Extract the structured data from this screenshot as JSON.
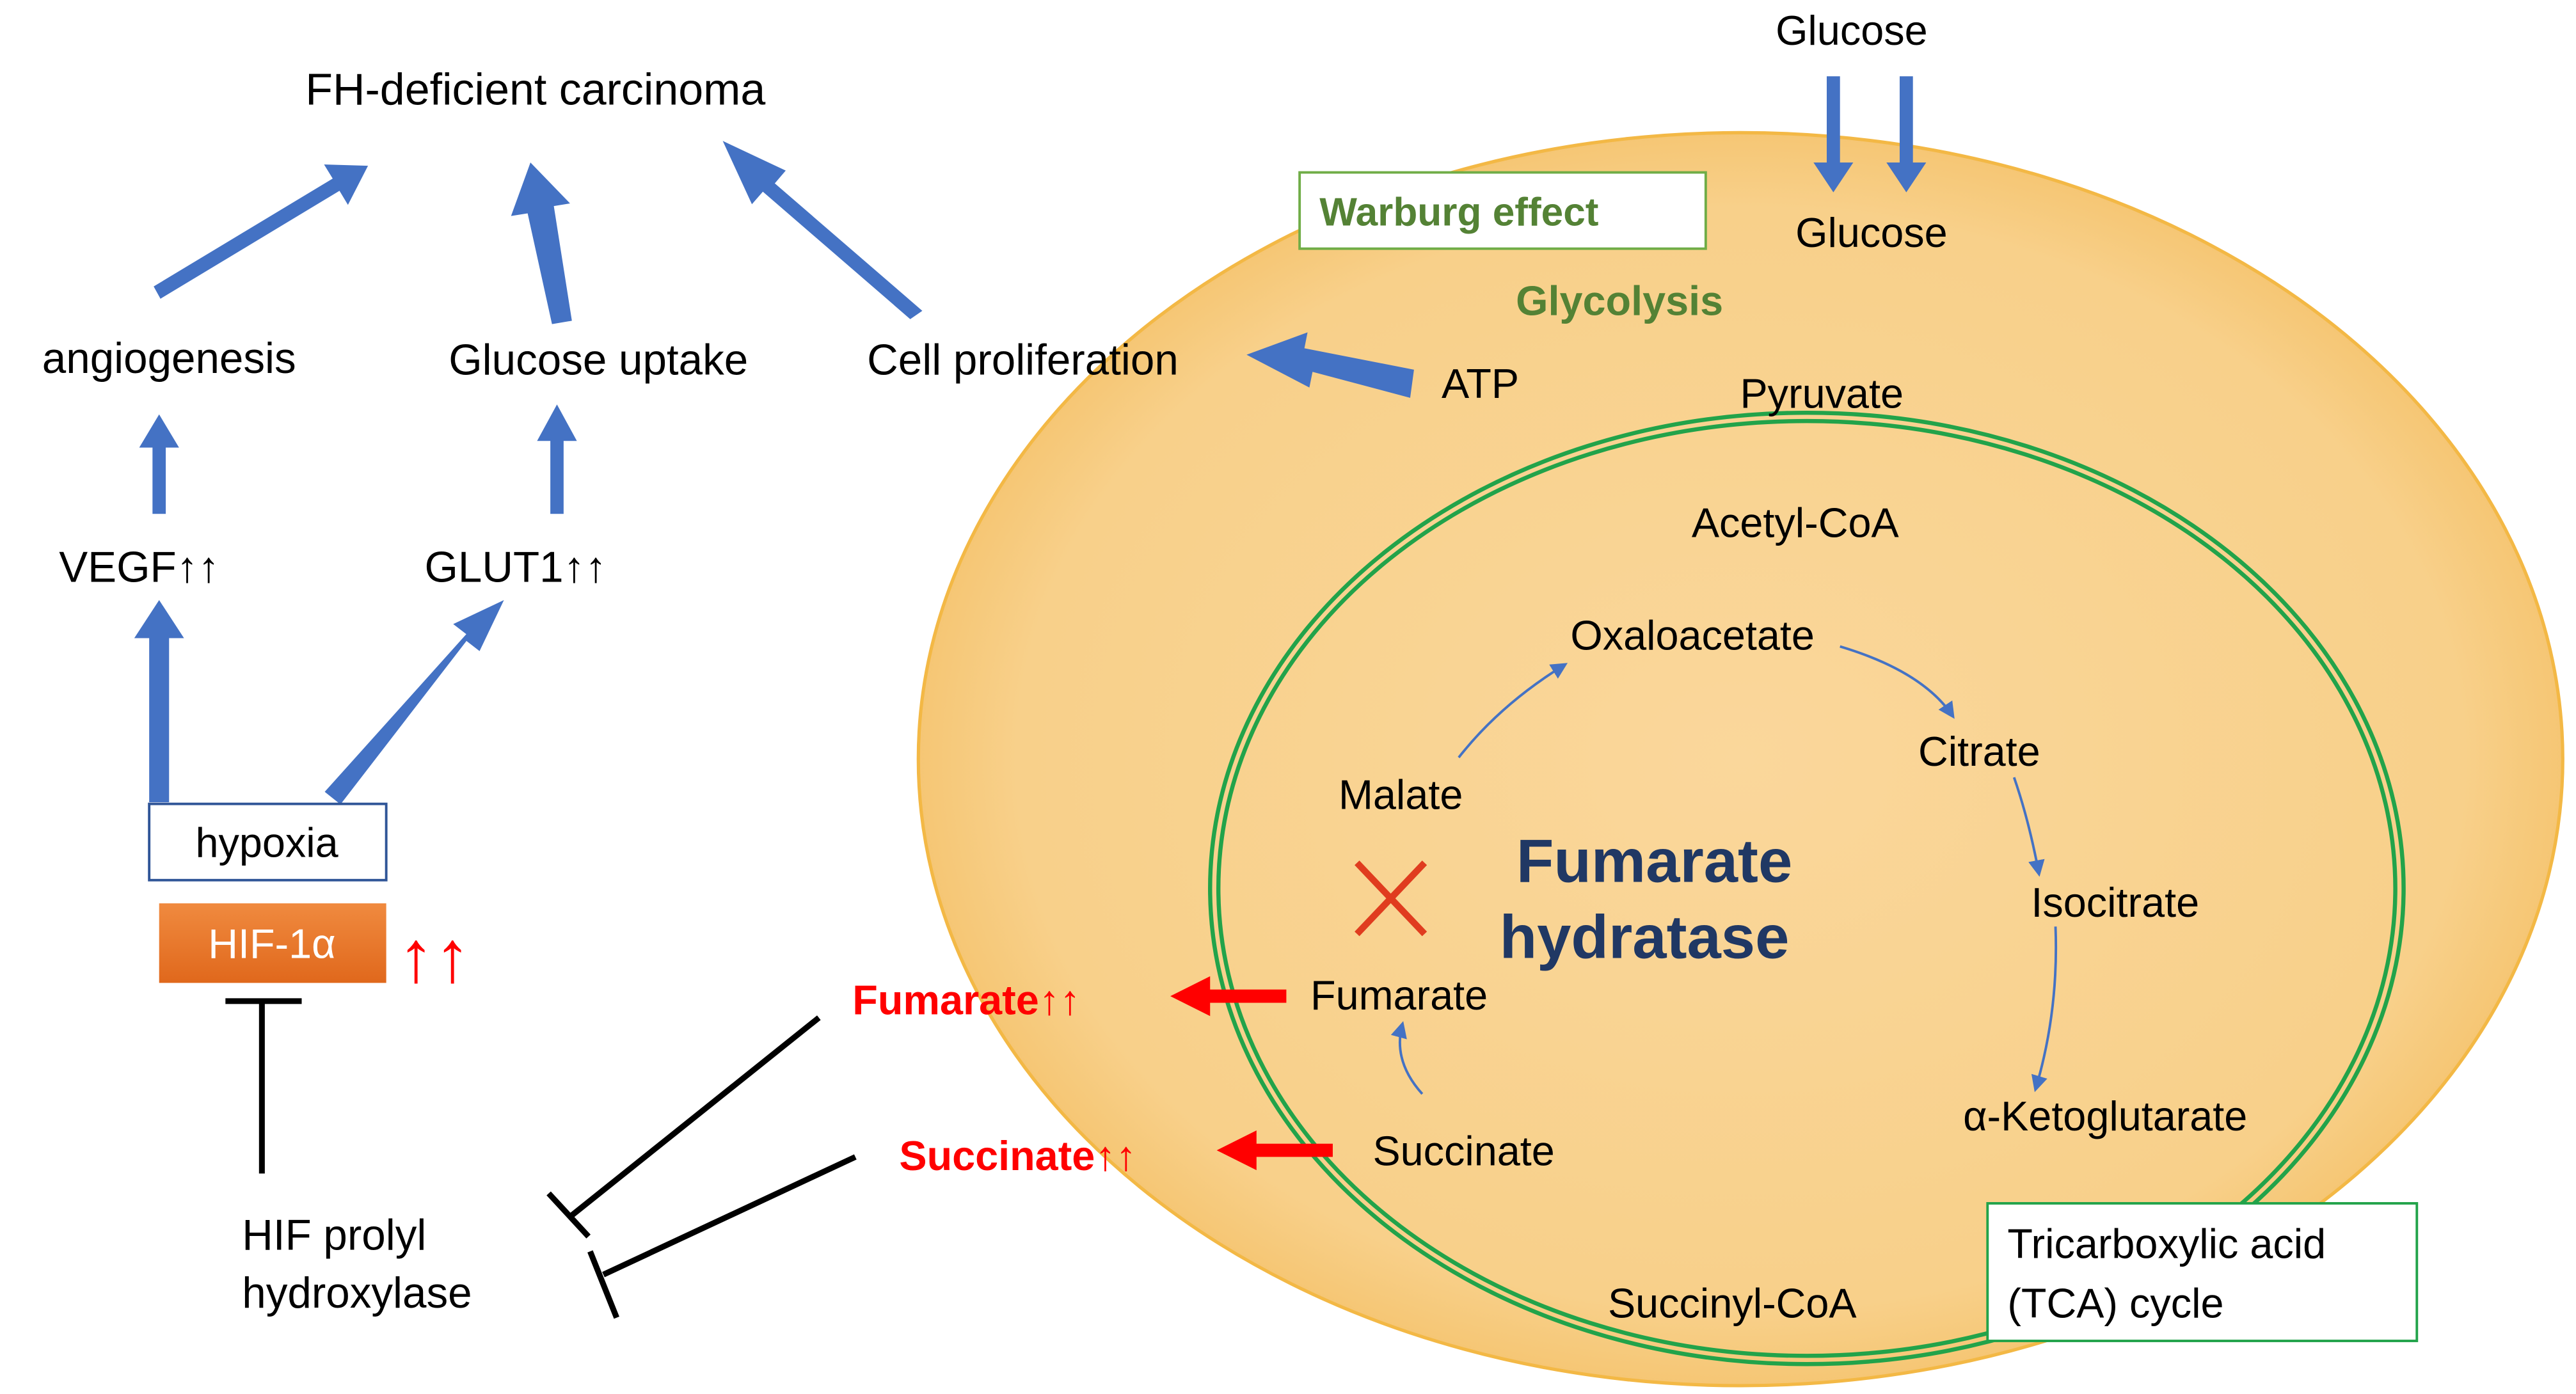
{
  "title": "FH-deficient carcinoma",
  "outcomes": {
    "angiogenesis": "angiogenesis",
    "glucose_uptake": "Glucose uptake",
    "cell_proliferation": "Cell proliferation"
  },
  "markers": {
    "vegf": "VEGF↑↑",
    "glut1": "GLUT1↑↑"
  },
  "hypoxia": "hypoxia",
  "hif": {
    "label": "HIF-1α",
    "arrows": "↑↑"
  },
  "prolyl": {
    "line1": "HIF prolyl",
    "line2": "hydroxylase"
  },
  "accumulated": {
    "fumarate": "Fumarate↑↑",
    "succinate": "Succinate↑↑"
  },
  "cell": {
    "glucose_outside": "Glucose",
    "glucose_inside": "Glucose",
    "warburg": "Warburg effect",
    "glycolysis": "Glycolysis",
    "atp": "ATP",
    "pyruvate": "Pyruvate"
  },
  "tca": {
    "acetyl_coa": "Acetyl-CoA",
    "oxaloacetate": "Oxaloacetate",
    "citrate": "Citrate",
    "isocitrate": "Isocitrate",
    "alpha_kg": "α-Ketoglutarate",
    "succinyl_coa": "Succinyl-CoA",
    "succinate": "Succinate",
    "fumarate": "Fumarate",
    "malate": "Malate",
    "enzyme_line1": "Fumarate",
    "enzyme_line2": "hydratase",
    "label_line1": "Tricarboxylic acid",
    "label_line2": "(TCA) cycle"
  },
  "colors": {
    "cell_fill": "#F9D28F",
    "cell_edge": "#F3B845",
    "blue_arrow": "#4472C4",
    "red": "#FF0000",
    "green_text": "#548235",
    "green_line": "#22A34A",
    "hif_box": "#ED7D31",
    "enzyme_text": "#203864"
  }
}
